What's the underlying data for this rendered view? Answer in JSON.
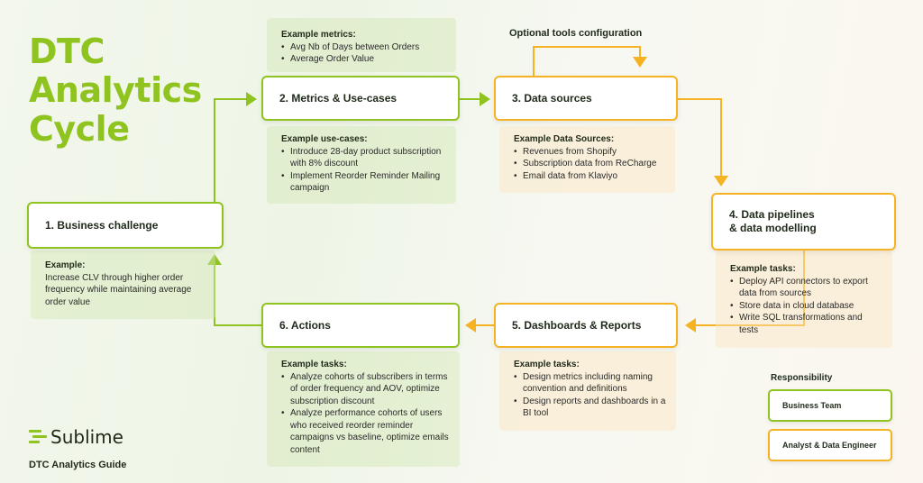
{
  "title": {
    "line1": "DTC",
    "line2": "Analytics",
    "line3": "Cycle"
  },
  "colors": {
    "business": "#8fc31f",
    "analyst": "#f5b323",
    "title": "#8fc31f"
  },
  "nodes": {
    "n1": "1. Business challenge",
    "n2": "2. Metrics & Use-cases",
    "n3": "3. Data sources",
    "n4_line1": "4. Data pipelines",
    "n4_line2": "& data modelling",
    "n5": "5. Dashboards & Reports",
    "n6": "6. Actions"
  },
  "optional_label": "Optional tools configuration",
  "panels": {
    "metrics": {
      "heading": "Example metrics:",
      "items": [
        "Avg Nb of Days between Orders",
        "Average Order Value"
      ]
    },
    "usecases": {
      "heading": "Example use-cases:",
      "items": [
        "Introduce 28-day product subscription with 8% discount",
        "Implement Reorder Reminder Mailing campaign"
      ]
    },
    "sources": {
      "heading": "Example Data Sources:",
      "items": [
        "Revenues from Shopify",
        "Subscription data from ReCharge",
        "Email data from Klaviyo"
      ]
    },
    "business": {
      "heading": "Example:",
      "text": "Increase CLV through higher order frequency while maintaining average order value"
    },
    "pipelines": {
      "heading": "Example tasks:",
      "items": [
        "Deploy API connectors to export data from sources",
        "Store data in cloud database",
        "Write SQL transformations and tests"
      ]
    },
    "dashboards": {
      "heading": "Example tasks:",
      "items": [
        "Design metrics including naming convention and definitions",
        "Design reports and dashboards in a BI tool"
      ]
    },
    "actions": {
      "heading": "Example tasks:",
      "items": [
        "Analyze cohorts of subscribers in terms of order frequency and AOV, optimize subscription discount",
        "Analyze performance cohorts of users who received reorder reminder campaigns vs baseline, optimize emails content"
      ]
    }
  },
  "footer": {
    "logo_text": "Sublime",
    "guide": "DTC Analytics Guide"
  },
  "legend": {
    "title": "Responsibility",
    "business": "Business Team",
    "analyst": "Analyst & Data Engineer"
  }
}
